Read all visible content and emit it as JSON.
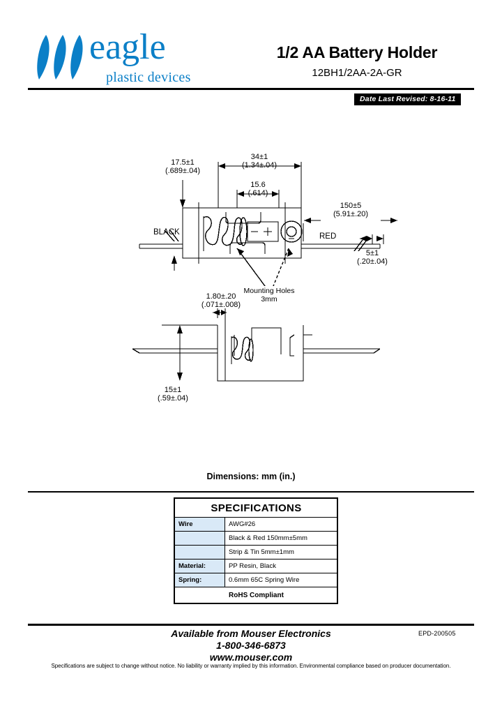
{
  "header": {
    "logo_word": "eagle",
    "logo_sub": "plastic devices",
    "logo_color": "#0b7fc7",
    "title": "1/2 AA Battery Holder",
    "part_number": "12BH1/2AA-2A-GR",
    "revised": "Date Last Revised:  8-16-11"
  },
  "drawing": {
    "top_view": {
      "dim_overall": "34±1",
      "dim_overall_in": "(1.34±.04)",
      "dim_left": "17.5±1",
      "dim_left_in": "(.689±.04)",
      "dim_inner": "15.6",
      "dim_inner_in": "(.614)",
      "dim_wire": "150±5",
      "dim_wire_in": "(5.91±.20)",
      "dim_strip": "5±1",
      "dim_strip_in": "(.20±.04)",
      "label_black": "BLACK",
      "label_red": "RED",
      "callout_holes": "Mounting Holes",
      "callout_holes_size": "3mm",
      "battery_polarity_minus": "−",
      "battery_polarity_plus": "+"
    },
    "side_view": {
      "dim_thickness": "1.80±.20",
      "dim_thickness_in": "(.071±.008)",
      "dim_height": "15±1",
      "dim_height_in": "(.59±.04)"
    },
    "caption": "Dimensions: mm (in.)"
  },
  "specifications": {
    "title": "SPECIFICATIONS",
    "label_bg": "#d9e9f7",
    "rows": [
      {
        "label": "Wire",
        "value": "AWG#26"
      },
      {
        "label": "",
        "value": "Black & Red 150mm±5mm"
      },
      {
        "label": "",
        "value": "Strip & Tin 5mm±1mm"
      },
      {
        "label": "Material:",
        "value": "PP Resin, Black"
      },
      {
        "label": "Spring:",
        "value": "0.6mm 65C Spring Wire"
      }
    ],
    "rohs": "RoHS Compliant"
  },
  "footer": {
    "line1": "Available from Mouser Electronics",
    "line2": "1-800-346-6873",
    "line3": "www.mouser.com",
    "code": "EPD-200505",
    "disclaimer": "Specifications are subject to change without notice.   No liability or warranty implied by this information.   Environmental compliance based on producer documentation."
  }
}
